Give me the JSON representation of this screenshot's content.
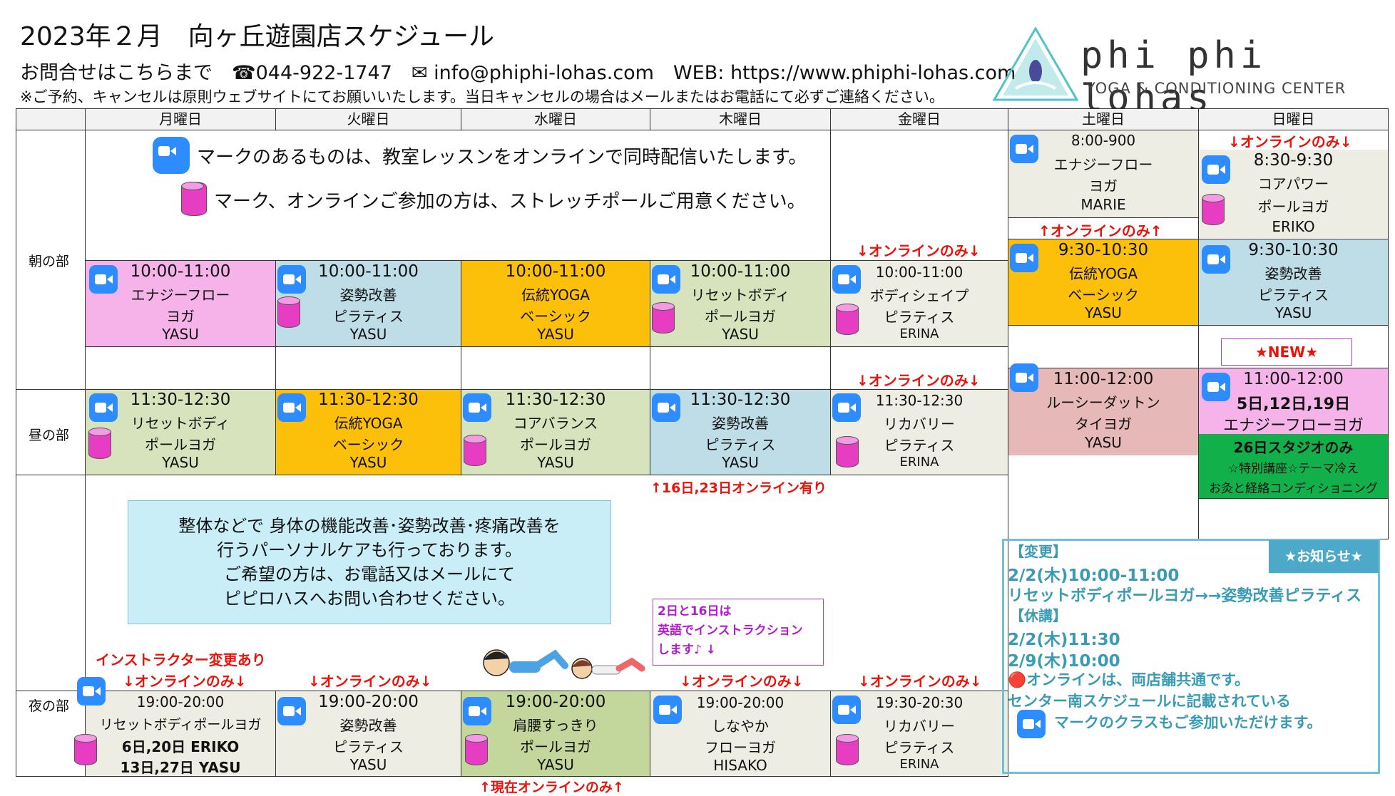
{
  "header": {
    "title": "2023年２月　向ヶ丘遊園店スケジュール",
    "contact": "お問合せはこちらまで　☎044-922-1747　✉ info@phiphi-lohas.com　WEB: https://www.phiphi-lohas.com",
    "notice": "※ご予約、キャンセルは原則ウェブサイトにてお願いいたします。当日キャンセルの場合はメールまたはお電話にて必ずご連絡ください。"
  },
  "logo": {
    "main": "phi phi lohas",
    "sub": "YOGA & CONDITIONING CENTER",
    "icon": "yoga-lotus-triangle-icon"
  },
  "days": [
    "月曜日",
    "火曜日",
    "水曜日",
    "木曜日",
    "金曜日",
    "土曜日",
    "日曜日"
  ],
  "periods": {
    "morning": "朝の部",
    "noon": "昼の部",
    "night": "夜の部"
  },
  "legend": {
    "zoom": "マークのあるものは、教室レッスンをオンラインで同時配信いたします。",
    "pole": "マーク、オンラインご参加の方は、ストレッチポールご用意ください。"
  },
  "notes": {
    "online_only": "↓オンラインのみ↓",
    "online_only_up": "↑オンラインのみ↑",
    "new": "★NEW★",
    "online_16_23": "↑16日,23日オンライン有り",
    "instructor_change": "インストラクター変更あり",
    "currently_online": "↑現在オンラインのみ↑",
    "english": [
      "2日と16日は",
      "英語でインストラクション",
      "します♪ ↓"
    ]
  },
  "personal_care": [
    "整体などで 身体の機能改善･姿勢改善･疼痛改善を",
    "行うパーソナルケアも行っております。",
    "ご希望の方は、お電話又はメールにて",
    "ピピロハスへお問い合わせください。"
  ],
  "classes": {
    "mon_am": [
      "10:00-11:00",
      "エナジーフロー",
      "ヨガ",
      "YASU"
    ],
    "tue_am": [
      "10:00-11:00",
      "姿勢改善",
      "ピラティス",
      "YASU"
    ],
    "wed_am": [
      "10:00-11:00",
      "伝統YOGA",
      "ベーシック",
      "YASU"
    ],
    "thu_am": [
      "10:00-11:00",
      "リセットボディ",
      "ポールヨガ",
      "YASU"
    ],
    "fri_am": [
      "10:00-11:00",
      "ボディシェイプ",
      "ピラティス",
      "ERINA"
    ],
    "sat_early": [
      "8:00-900",
      "エナジーフロー",
      "ヨガ",
      "MARIE"
    ],
    "sat_am": [
      "9:30-10:30",
      "伝統YOGA",
      "ベーシック",
      "YASU"
    ],
    "sun_early": [
      "8:30-9:30",
      "コアパワー",
      "ポールヨガ",
      "ERIKO"
    ],
    "sun_am": [
      "9:30-10:30",
      "姿勢改善",
      "ピラティス",
      "YASU"
    ],
    "mon_noon": [
      "11:30-12:30",
      "リセットボディ",
      "ポールヨガ",
      "YASU"
    ],
    "tue_noon": [
      "11:30-12:30",
      "伝統YOGA",
      "ベーシック",
      "YASU"
    ],
    "wed_noon": [
      "11:30-12:30",
      "コアバランス",
      "ポールヨガ",
      "YASU"
    ],
    "thu_noon": [
      "11:30-12:30",
      "姿勢改善",
      "ピラティス",
      "YASU"
    ],
    "fri_noon": [
      "11:30-12:30",
      "リカバリー",
      "ピラティス",
      "ERINA"
    ],
    "sat_noon": [
      "11:00-12:00",
      "ルーシーダットン",
      "タイヨガ",
      "YASU"
    ],
    "sun_noon": [
      "11:00-12:00",
      "5日,12日,19日",
      "エナジーフローヨガ"
    ],
    "sun_studio": [
      "26日スタジオのみ",
      "☆特別講座☆テーマ冷え",
      "お灸と経絡コンディショニング"
    ],
    "mon_pm": [
      "19:00-20:00",
      "リセットボディポールヨガ",
      "6日,20日 ERIKO",
      "13日,27日 YASU"
    ],
    "tue_pm": [
      "19:00-20:00",
      "姿勢改善",
      "ピラティス",
      "YASU"
    ],
    "wed_pm": [
      "19:00-20:00",
      "肩腰すっきり",
      "ポールヨガ",
      "YASU"
    ],
    "thu_pm": [
      "19:00-20:00",
      "しなやか",
      "フローヨガ",
      "HISAKO"
    ],
    "fri_pm": [
      "19:30-20:30",
      "リカバリー",
      "ピラティス",
      "ERINA"
    ]
  },
  "announcement": {
    "badge": "★お知らせ★",
    "lines": [
      "【変更】",
      "2/2(木)10:00-11:00",
      "リセットボディポールヨガ→→姿勢改善ピラティス",
      "【休講】",
      "2/2(木)11:30",
      "2/9(木)10:00",
      "🔴オンラインは、両店舗共通です。",
      "センター南スケジュールに記載されている",
      "マークのクラスもご参加いただけます。"
    ]
  },
  "colors": {
    "pink": "#f6b3e9",
    "blue": "#bedde6",
    "orange": "#fcbf0a",
    "green": "#d6e3bc",
    "beige": "#eeede3",
    "rose": "#e6b8b7",
    "red": "#e8140c",
    "teal": "#3a9bb5",
    "zoom": "#2d8cff"
  }
}
